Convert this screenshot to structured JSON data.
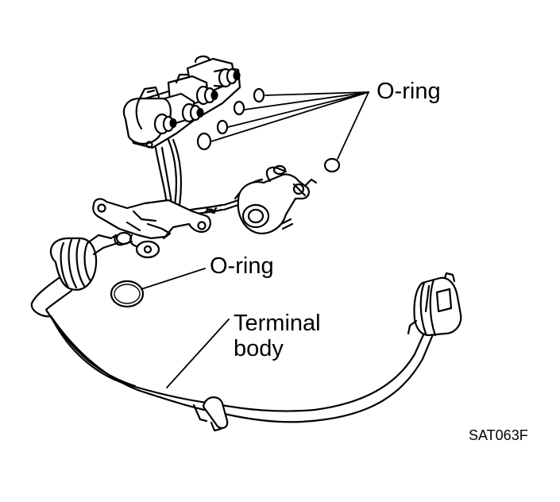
{
  "labels": {
    "oring_top": "O-ring",
    "oring_mid": "O-ring",
    "terminal_line1": "Terminal",
    "terminal_line2": "body",
    "figure_code": "SAT063F"
  },
  "colors": {
    "ink": "#000000",
    "paper": "#ffffff"
  }
}
